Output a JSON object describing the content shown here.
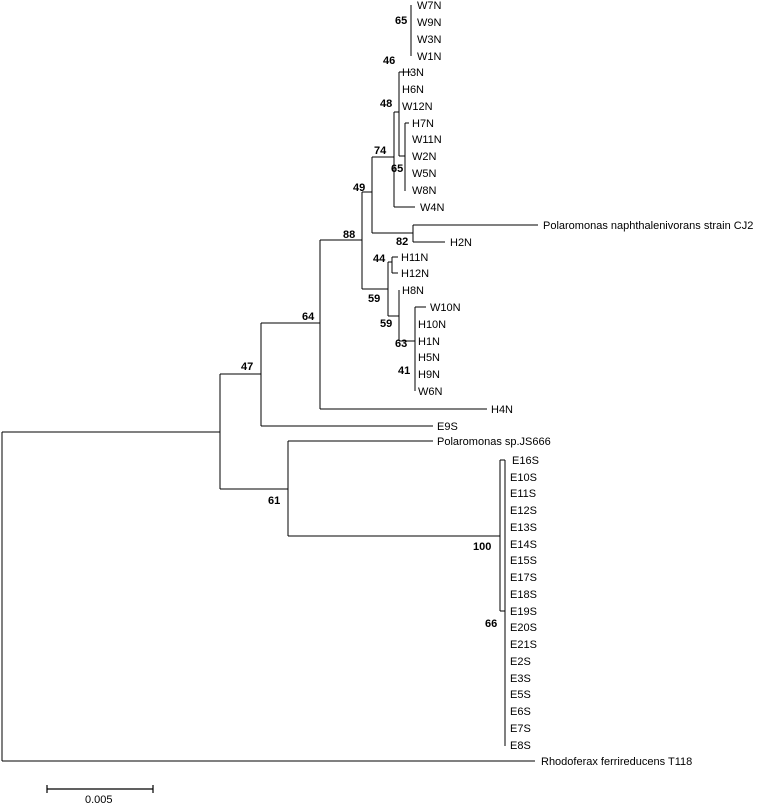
{
  "tree": {
    "leaves": {
      "W7N": "W7N",
      "W9N": "W9N",
      "W3N": "W3N",
      "W1N": "W1N",
      "H3N": "H3N",
      "H6N": "H6N",
      "W12N": "W12N",
      "H7N": "H7N",
      "W11N": "W11N",
      "W2N": "W2N",
      "W5N": "W5N",
      "W8N": "W8N",
      "W4N": "W4N",
      "CJ2": "Polaromonas naphthalenivorans strain CJ2",
      "H2N": "H2N",
      "H11N": "H11N",
      "H12N": "H12N",
      "H8N": "H8N",
      "W10N": "W10N",
      "H10N": "H10N",
      "H1N": "H1N",
      "H5N": "H5N",
      "H9N": "H9N",
      "W6N": "W6N",
      "H4N": "H4N",
      "E9S": "E9S",
      "JS666": "Polaromonas sp.JS666",
      "E16S": "E16S",
      "E10S": "E10S",
      "E11S": "E11S",
      "E12S": "E12S",
      "E13S": "E13S",
      "E14S": "E14S",
      "E15S": "E15S",
      "E17S": "E17S",
      "E18S": "E18S",
      "E19S": "E19S",
      "E20S": "E20S",
      "E21S": "E21S",
      "E2S": "E2S",
      "E3S": "E3S",
      "E5S": "E5S",
      "E6S": "E6S",
      "E7S": "E7S",
      "E8S": "E8S",
      "T118": "Rhodoferax ferrireducens T118"
    },
    "bootstrap": {
      "b65a": "65",
      "b46": "46",
      "b48": "48",
      "b74": "74",
      "b65b": "65",
      "b49": "49",
      "b88": "88",
      "b82": "82",
      "b44": "44",
      "b59a": "59",
      "b59b": "59",
      "b63": "63",
      "b41": "41",
      "b64": "64",
      "b47": "47",
      "b61": "61",
      "b100": "100",
      "b66": "66"
    }
  },
  "scale": {
    "label": "0.005"
  }
}
